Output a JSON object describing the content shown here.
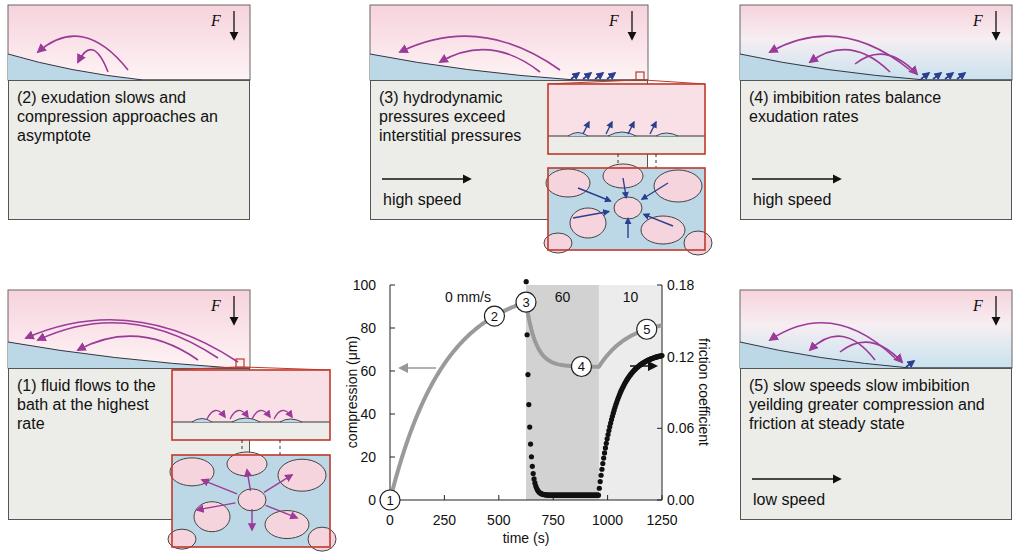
{
  "diagram": {
    "nodes": [
      {
        "text": [
          "(2) exudation slows and compression approaches an asymptote"
        ]
      },
      {
        "text": [
          "(3) hydrodynamic pressures exceed interstitial pressures",
          "high speed"
        ]
      },
      {
        "text": [
          "(4) imbibition rates balance exudation rates",
          "high speed"
        ]
      },
      {
        "text": [
          "(1) fluid flows to the bath at the highest rate"
        ]
      },
      {
        "text": [
          "(5) slow speeds slow imbibition yeilding greater compression and friction at steady state",
          "low speed"
        ]
      }
    ],
    "labels": [
      "F",
      "F",
      "F",
      "F",
      "F",
      "compression (μm)",
      "0 mm/s",
      "60",
      "10",
      "friction coefficient",
      "time (s)",
      "0",
      "20",
      "40",
      "60",
      "80",
      "100",
      "0.00",
      "0.06",
      "0.12",
      "0.18",
      "0",
      "250",
      "500",
      "750",
      "1000",
      "1250",
      "1",
      "2",
      "3",
      "4",
      "5"
    ]
  }
}
